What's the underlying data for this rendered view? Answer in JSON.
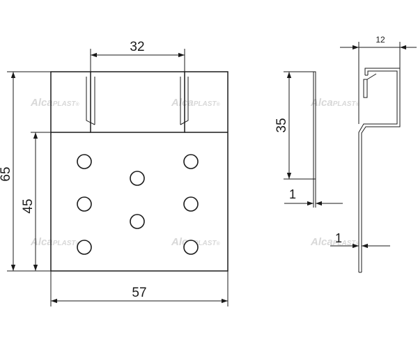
{
  "drawing": {
    "front_view": {
      "dimensions": {
        "top_width": "32",
        "overall_width": "57",
        "overall_height": "65",
        "lower_height": "45"
      },
      "hole_count": 8
    },
    "side_view": {
      "dimensions": {
        "depth": "12",
        "height": "35",
        "thickness_upper": "1",
        "thickness_lower": "1"
      }
    },
    "watermark": {
      "brand_first": "Alca",
      "brand_second": "PLAST",
      "mark": "®"
    }
  }
}
